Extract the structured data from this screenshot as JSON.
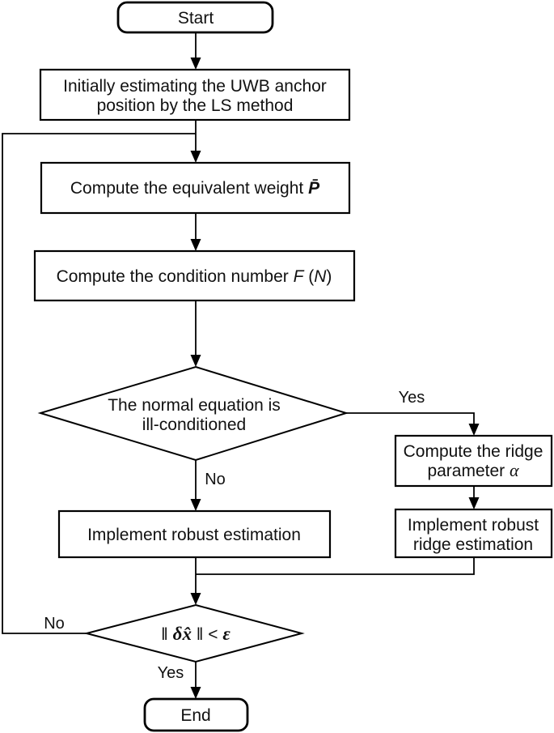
{
  "flowchart": {
    "nodes": {
      "start": {
        "label": "Start"
      },
      "init_ls": {
        "line1": "Initially estimating the UWB anchor",
        "line2": "position by the LS method"
      },
      "equivalent_weight": {
        "text": "Compute the equivalent weight ",
        "symbol": "P̄"
      },
      "condition_number": {
        "text": "Compute the condition number ",
        "var_f": "F",
        "open_paren": " (",
        "var_n": "N",
        "close_paren": ")"
      },
      "ill_conditioned_decision": {
        "line1": "The normal equation is",
        "line2": "ill-conditioned"
      },
      "ridge_parameter": {
        "line1": "Compute the ridge",
        "line2_text": "parameter ",
        "line2_symbol": "α"
      },
      "ridge_estimation": {
        "line1": "Implement robust",
        "line2": "ridge estimation"
      },
      "robust_estimation": {
        "label": "Implement robust estimation"
      },
      "convergence_decision": {
        "norm_open": "‖ ",
        "delta_x_hat": "δx̂",
        "norm_close": " ‖ ",
        "less_than": "< ",
        "epsilon": "ε"
      },
      "end": {
        "label": "End"
      }
    },
    "edge_labels": {
      "decision1_yes": "Yes",
      "decision1_no": "No",
      "decision2_no": "No",
      "decision2_yes": "Yes"
    },
    "colors": {
      "stroke": "#000000",
      "text": "#111111",
      "background": "#ffffff"
    }
  }
}
